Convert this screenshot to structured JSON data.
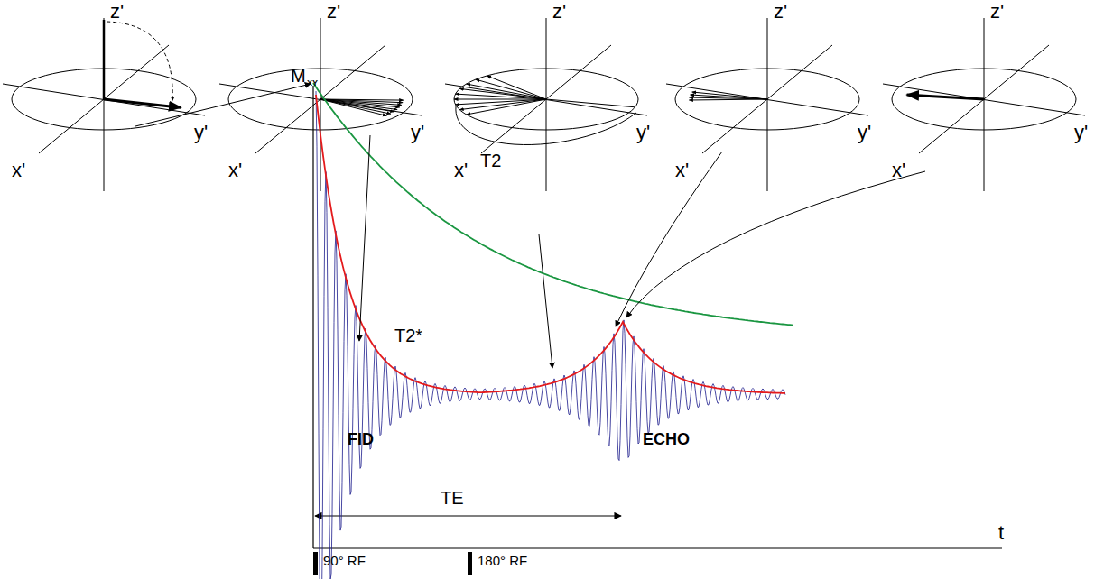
{
  "diagram": {
    "labels": [
      "z'",
      "x'",
      "y'",
      "z'",
      "x'",
      "y'",
      "z'",
      "x'",
      "y'",
      "z'",
      "x'",
      "y'",
      "z'",
      "x'",
      "y'",
      "M",
      "XY",
      "T2",
      "T2*",
      "FID",
      "ECHO",
      "TE",
      "t",
      "90° RF",
      "180° RF"
    ]
  }
}
